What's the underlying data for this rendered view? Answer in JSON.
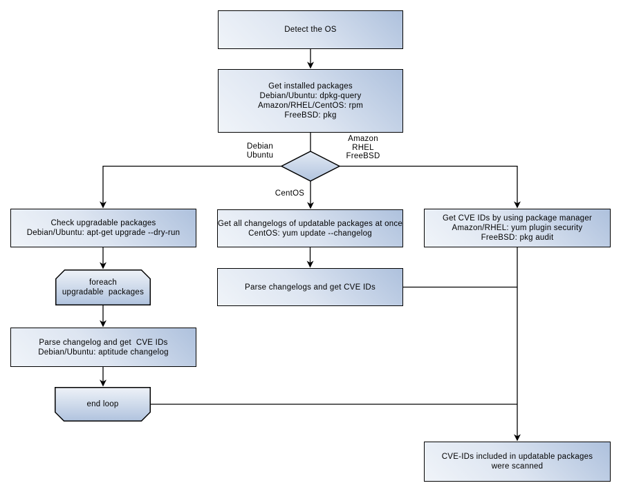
{
  "diagram": {
    "type": "flowchart",
    "colors": {
      "background": "#ffffff",
      "node_fill_dark": "#aec1dd",
      "node_fill_light": "#f0f4f9",
      "diamond_fill_light": "#e3eaf4",
      "diamond_fill_dark": "#b0c3de",
      "stroke": "#000000",
      "text": "#000000"
    },
    "nodes": {
      "detect_os": {
        "lines": [
          "Detect the OS"
        ]
      },
      "get_installed_packages": {
        "lines": [
          "Get installed packages",
          "Debian/Ubuntu: dpkg-query",
          "Amazon/RHEL/CentOS: rpm",
          "FreeBSD: pkg"
        ]
      },
      "os_decision": {
        "shape": "diamond"
      },
      "check_upgradable": {
        "lines": [
          "Check upgradable packages",
          "Debian/Ubuntu: apt-get upgrade --dry-run"
        ]
      },
      "foreach_loop_begin": {
        "lines": [
          "foreach",
          "upgradable  packages"
        ]
      },
      "parse_changelog_deb": {
        "lines": [
          "Parse changelog and get  CVE IDs",
          "Debian/Ubuntu: aptitude changelog"
        ]
      },
      "end_loop": {
        "lines": [
          "end loop"
        ]
      },
      "get_all_changelogs": {
        "lines": [
          "Get all changelogs of updatable packages at once",
          "CentOS: yum update --changelog"
        ]
      },
      "parse_changelogs_centos": {
        "lines": [
          "Parse changelogs and get CVE IDs"
        ]
      },
      "get_cve_pkg_manager": {
        "lines": [
          "Get CVE IDs by using package manager",
          "Amazon/RHEL: yum plugin security",
          "FreeBSD: pkg audit"
        ]
      },
      "scan_result": {
        "lines": [
          "CVE-IDs included in updatable packages",
          "were scanned"
        ]
      }
    },
    "edges": [
      {
        "from": "detect_os",
        "to": "get_installed_packages",
        "label": ""
      },
      {
        "from": "get_installed_packages",
        "to": "os_decision",
        "label": ""
      },
      {
        "from": "os_decision",
        "to": "check_upgradable",
        "label": "Debian\nUbuntu"
      },
      {
        "from": "os_decision",
        "to": "get_all_changelogs",
        "label": "CentOS"
      },
      {
        "from": "os_decision",
        "to": "get_cve_pkg_manager",
        "label": "Amazon\nRHEL\nFreeBSD"
      },
      {
        "from": "check_upgradable",
        "to": "foreach_loop_begin",
        "label": ""
      },
      {
        "from": "foreach_loop_begin",
        "to": "parse_changelog_deb",
        "label": ""
      },
      {
        "from": "parse_changelog_deb",
        "to": "end_loop",
        "label": ""
      },
      {
        "from": "get_all_changelogs",
        "to": "parse_changelogs_centos",
        "label": ""
      },
      {
        "from": "parse_changelogs_centos",
        "to": "scan_result",
        "label": ""
      },
      {
        "from": "end_loop",
        "to": "scan_result",
        "label": ""
      },
      {
        "from": "get_cve_pkg_manager",
        "to": "scan_result",
        "label": ""
      }
    ]
  }
}
